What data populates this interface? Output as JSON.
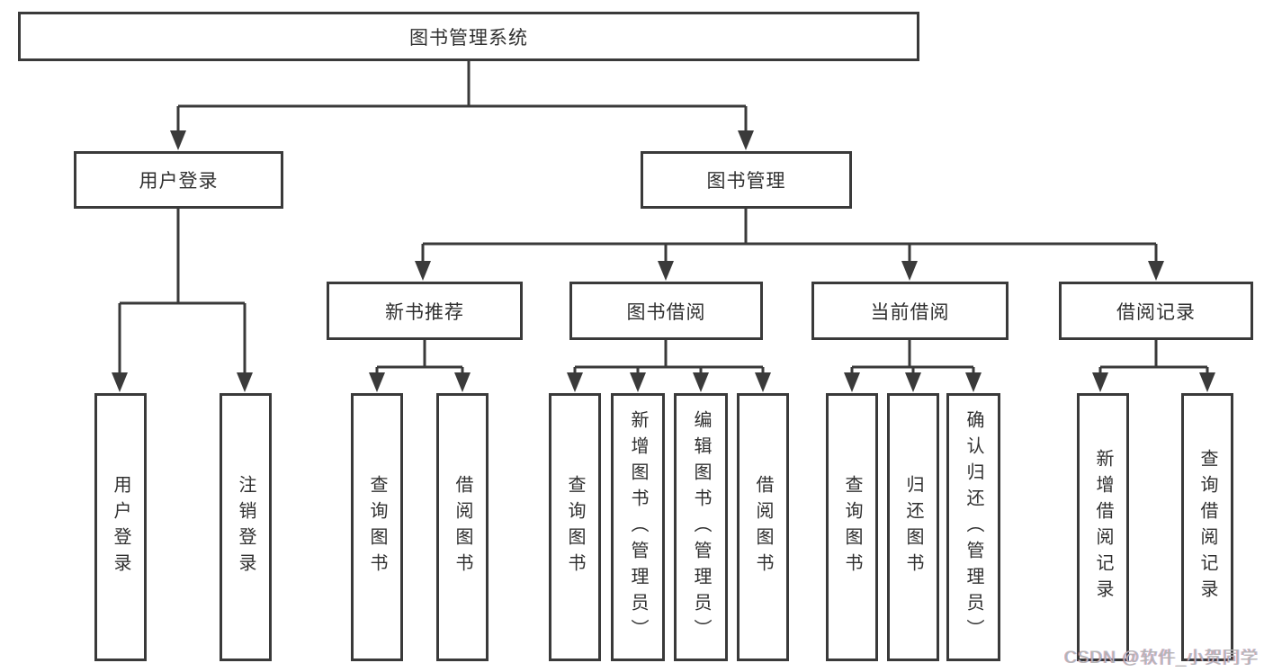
{
  "diagram_title": "图书管理系统",
  "nodes": {
    "root": "图书管理系统",
    "user_login": "用户登录",
    "book_mgmt": "图书管理",
    "new_book_rec": "新书推荐",
    "book_borrow": "图书借阅",
    "current_borrow": "当前借阅",
    "borrow_records": "借阅记录",
    "leaf_user_login": "用户登录",
    "leaf_logout": "注销登录",
    "leaf_query_book_1": "查询图书",
    "leaf_borrow_book_1": "借阅图书",
    "leaf_query_book_2": "查询图书",
    "leaf_add_book": "新增图书（管理员）",
    "leaf_edit_book": "编辑图书（管理员）",
    "leaf_borrow_book_2": "借阅图书",
    "leaf_query_book_3": "查询图书",
    "leaf_return_book": "归还图书",
    "leaf_confirm_return": "确认归还（管理员）",
    "leaf_add_borrow_record": "新增借阅记录",
    "leaf_query_borrow_record": "查询借阅记录"
  },
  "hierarchy": {
    "图书管理系统": [
      "用户登录",
      "图书管理"
    ],
    "用户登录": [
      "用户登录",
      "注销登录"
    ],
    "图书管理": [
      "新书推荐",
      "图书借阅",
      "当前借阅",
      "借阅记录"
    ],
    "新书推荐": [
      "查询图书",
      "借阅图书"
    ],
    "图书借阅": [
      "查询图书",
      "新增图书（管理员）",
      "编辑图书（管理员）",
      "借阅图书"
    ],
    "当前借阅": [
      "查询图书",
      "归还图书",
      "确认归还（管理员）"
    ],
    "借阅记录": [
      "新增借阅记录",
      "查询借阅记录"
    ]
  },
  "watermark": "CSDN @软件_小贺同学",
  "colors": {
    "line": "#3a3a3a",
    "box_border": "#3a3a3a",
    "box_fill": "#ffffff",
    "text": "#303030",
    "watermark": "#b5b5b5",
    "background": "#ffffff"
  }
}
